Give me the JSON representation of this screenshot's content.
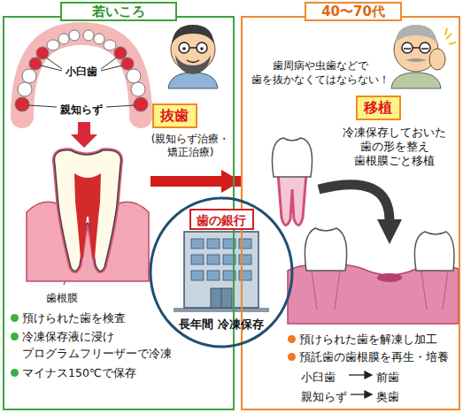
{
  "diagram": {
    "nodes": [
      {
        "text": [
          "若いころ"
        ]
      },
      {
        "text": [
          "抜歯"
        ],
        "in": 0
      },
      {
        "text": [
          "40〜70代"
        ]
      },
      {
        "text": [
          "移植"
        ],
        "in": 2
      },
      {
        "text": [
          "長年間 冷凍保存"
        ]
      },
      {
        "text": [
          "歯の銀行"
        ],
        "in": 4
      }
    ],
    "edges": [
      {
        "from": 0,
        "to": 2,
        "arrow": "to"
      }
    ],
    "labels": [
      "小臼歯",
      "親知らず",
      "(親知らず治療・ 矯正治療)",
      "歯根膜",
      "預けられた歯を検査",
      "冷凍保存液に浸け プログラムフリーザーで冷凍",
      "マイナス150℃で保存",
      "歯周病や虫歯などで 歯を抜かなくてはならない！",
      "冷凍保存しておいた 歯の形を整え 歯根膜ごと移植",
      "預けられた歯を解凍し加工",
      "預託歯の歯根膜を再生・培養",
      "小臼歯",
      "前歯",
      "親知らず",
      "奥歯"
    ]
  }
}
